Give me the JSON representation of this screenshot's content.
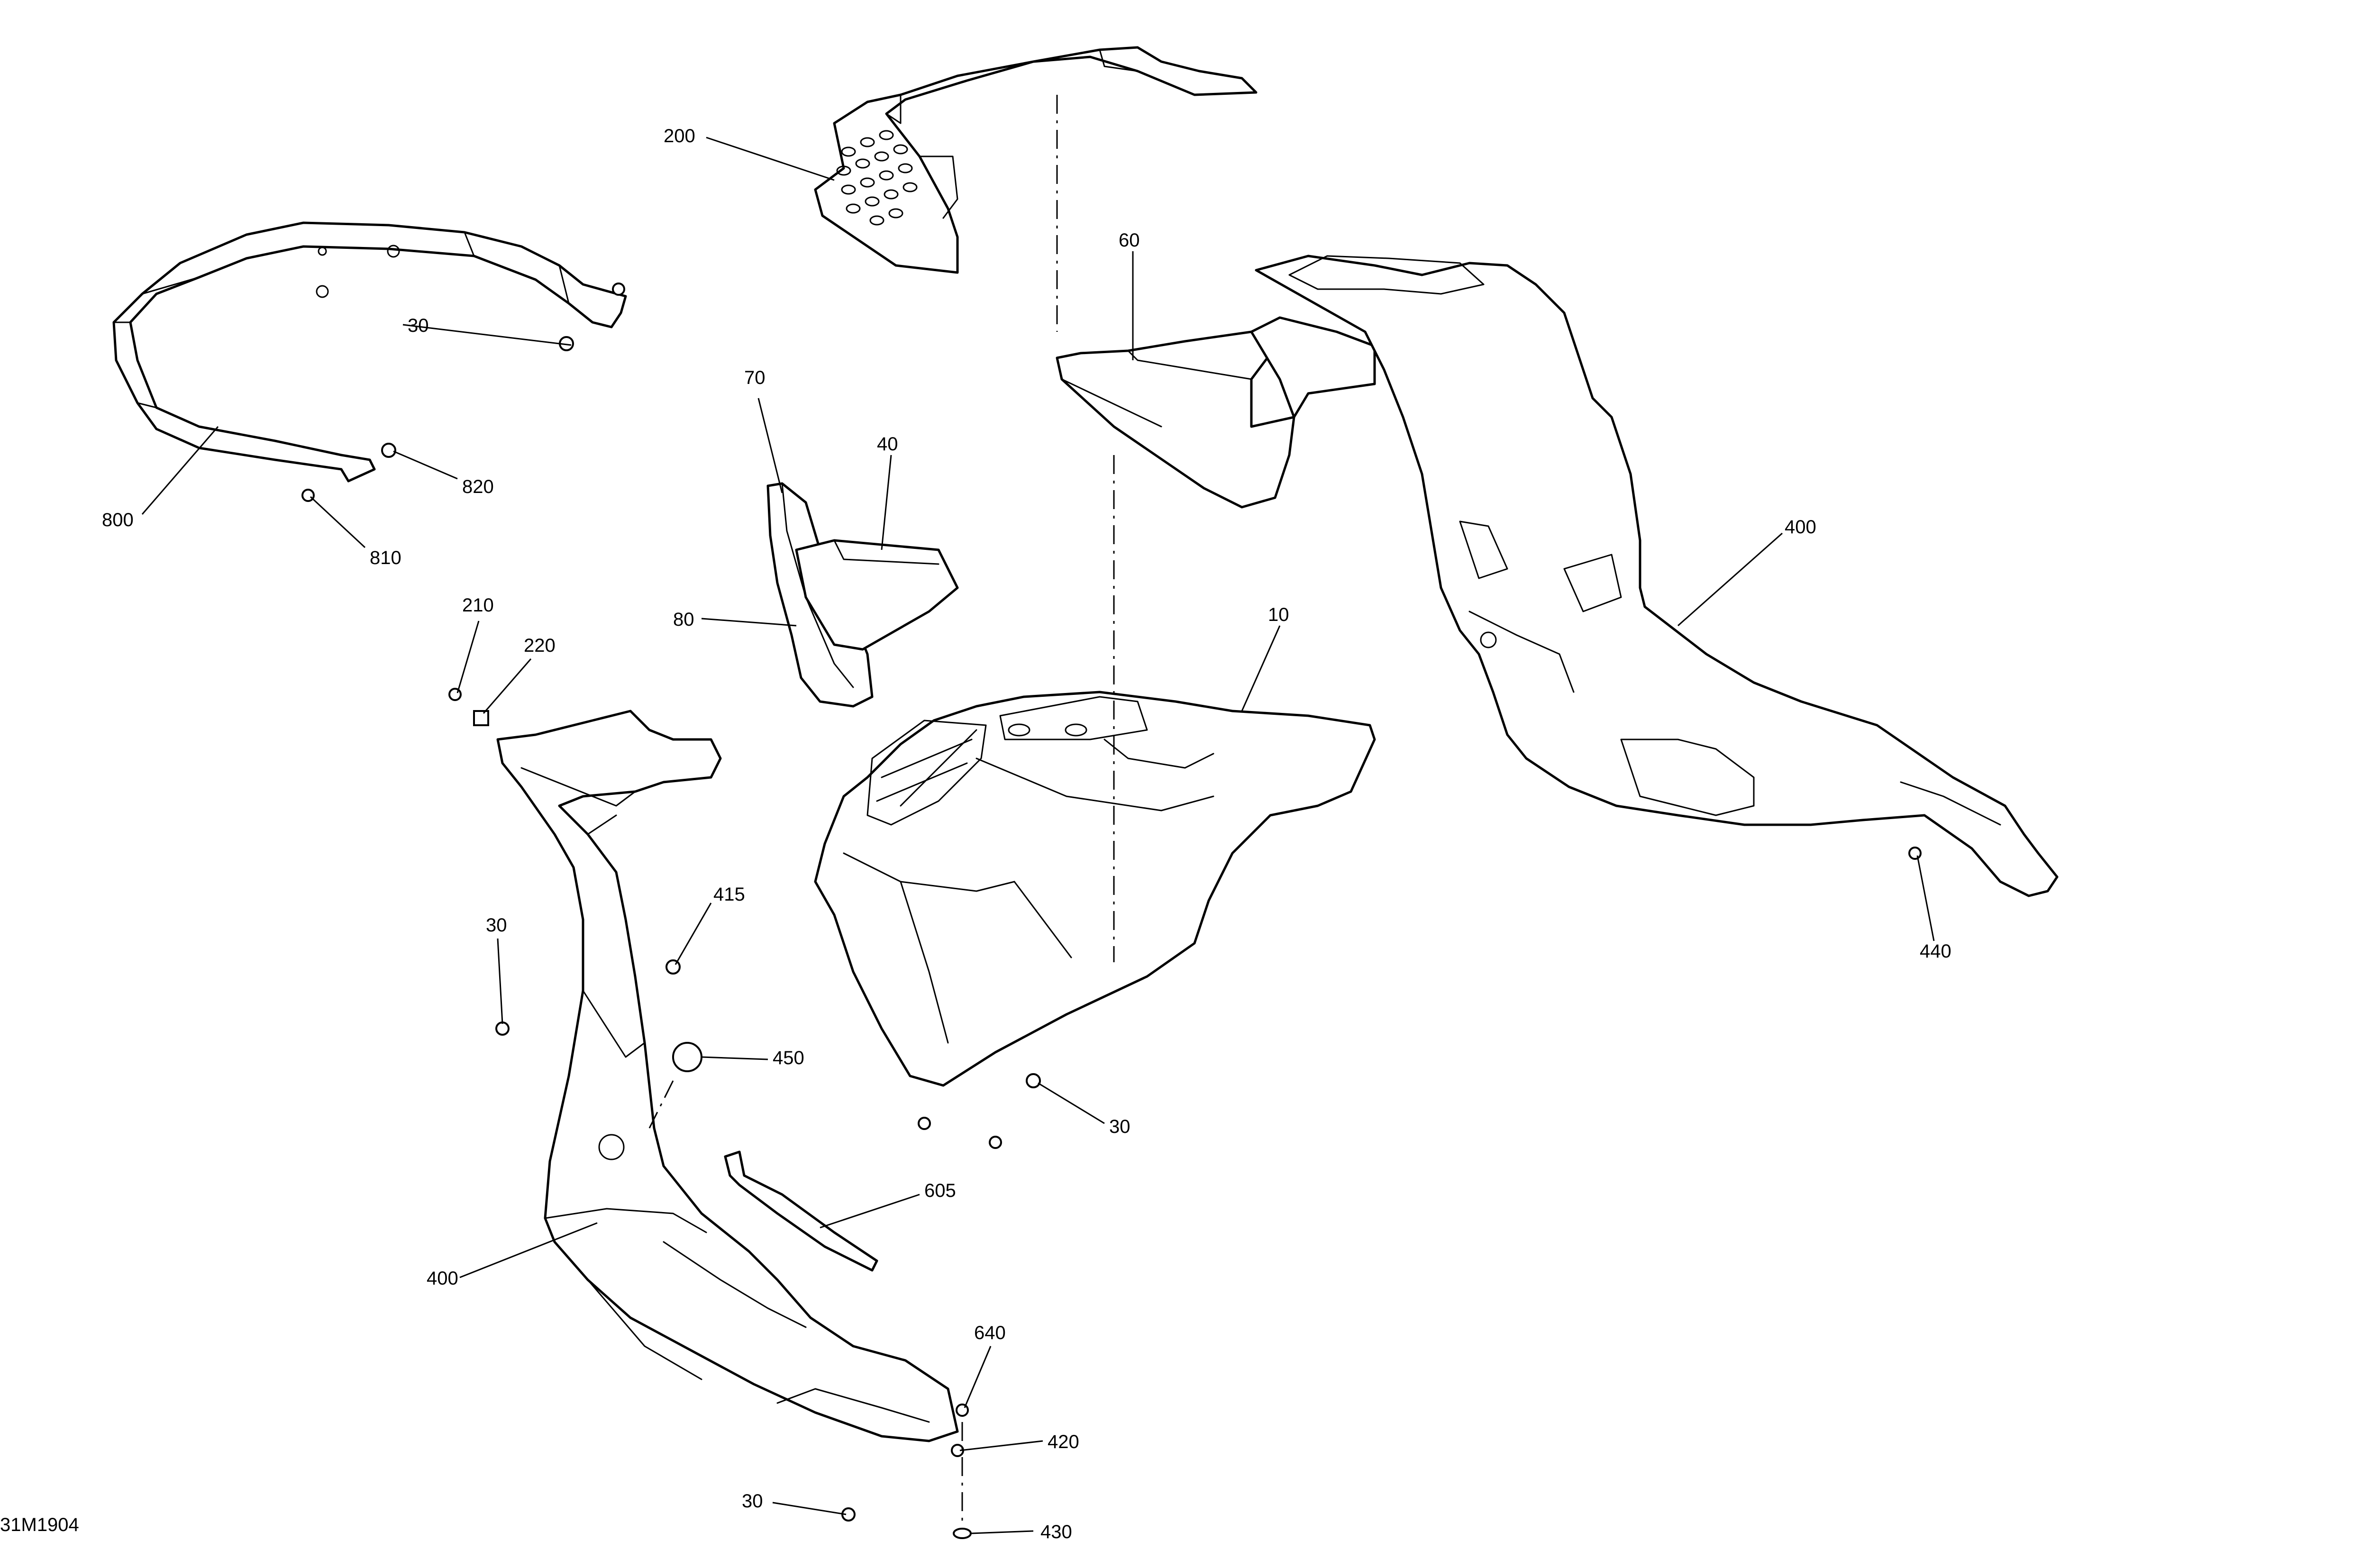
{
  "document_code": "31M1904",
  "callouts": [
    "200",
    "60",
    "30",
    "70",
    "40",
    "80",
    "800",
    "820",
    "810",
    "210",
    "220",
    "10",
    "400",
    "415",
    "30",
    "450",
    "30",
    "605",
    "400",
    "440",
    "640",
    "420",
    "30",
    "430"
  ]
}
